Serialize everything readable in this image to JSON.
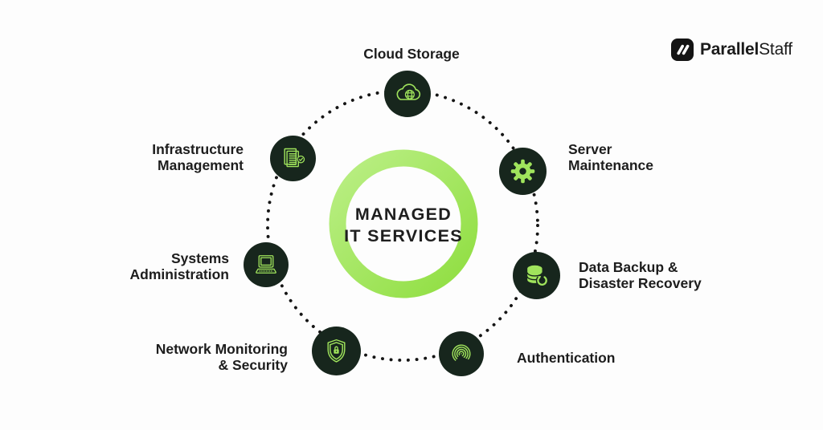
{
  "brand": {
    "name_bold": "Parallel",
    "name_regular": "Staff",
    "icon": "double-slash-icon"
  },
  "center": {
    "title_line1": "MANAGED",
    "title_line2": "IT SERVICES"
  },
  "services": [
    {
      "id": "cloud-storage",
      "icon": "cloud-globe-icon",
      "label_lines": [
        "Cloud Storage"
      ]
    },
    {
      "id": "infrastructure-management",
      "icon": "documents-check-icon",
      "label_lines": [
        "Infrastructure",
        "Management"
      ]
    },
    {
      "id": "server-maintenance",
      "icon": "gear-icon",
      "label_lines": [
        "Server",
        "Maintenance"
      ]
    },
    {
      "id": "systems-administration",
      "icon": "laptop-icon",
      "label_lines": [
        "Systems",
        "Administration"
      ]
    },
    {
      "id": "data-backup",
      "icon": "database-refresh-icon",
      "label_lines": [
        "Data Backup &",
        "Disaster Recovery"
      ]
    },
    {
      "id": "network-security",
      "icon": "shield-lock-icon",
      "label_lines": [
        "Network Monitoring",
        "& Security"
      ]
    },
    {
      "id": "authentication",
      "icon": "fingerprint-icon",
      "label_lines": [
        "Authentication"
      ]
    }
  ],
  "colors": {
    "background": "#FDFDFD",
    "badge_dark": "#17261D",
    "icon_green": "#A0E45C",
    "ring_green_light": "#BBEF86",
    "ring_green_dark": "#8FDE40",
    "dot_black": "#151515",
    "text_dark": "#1D1D1D"
  }
}
